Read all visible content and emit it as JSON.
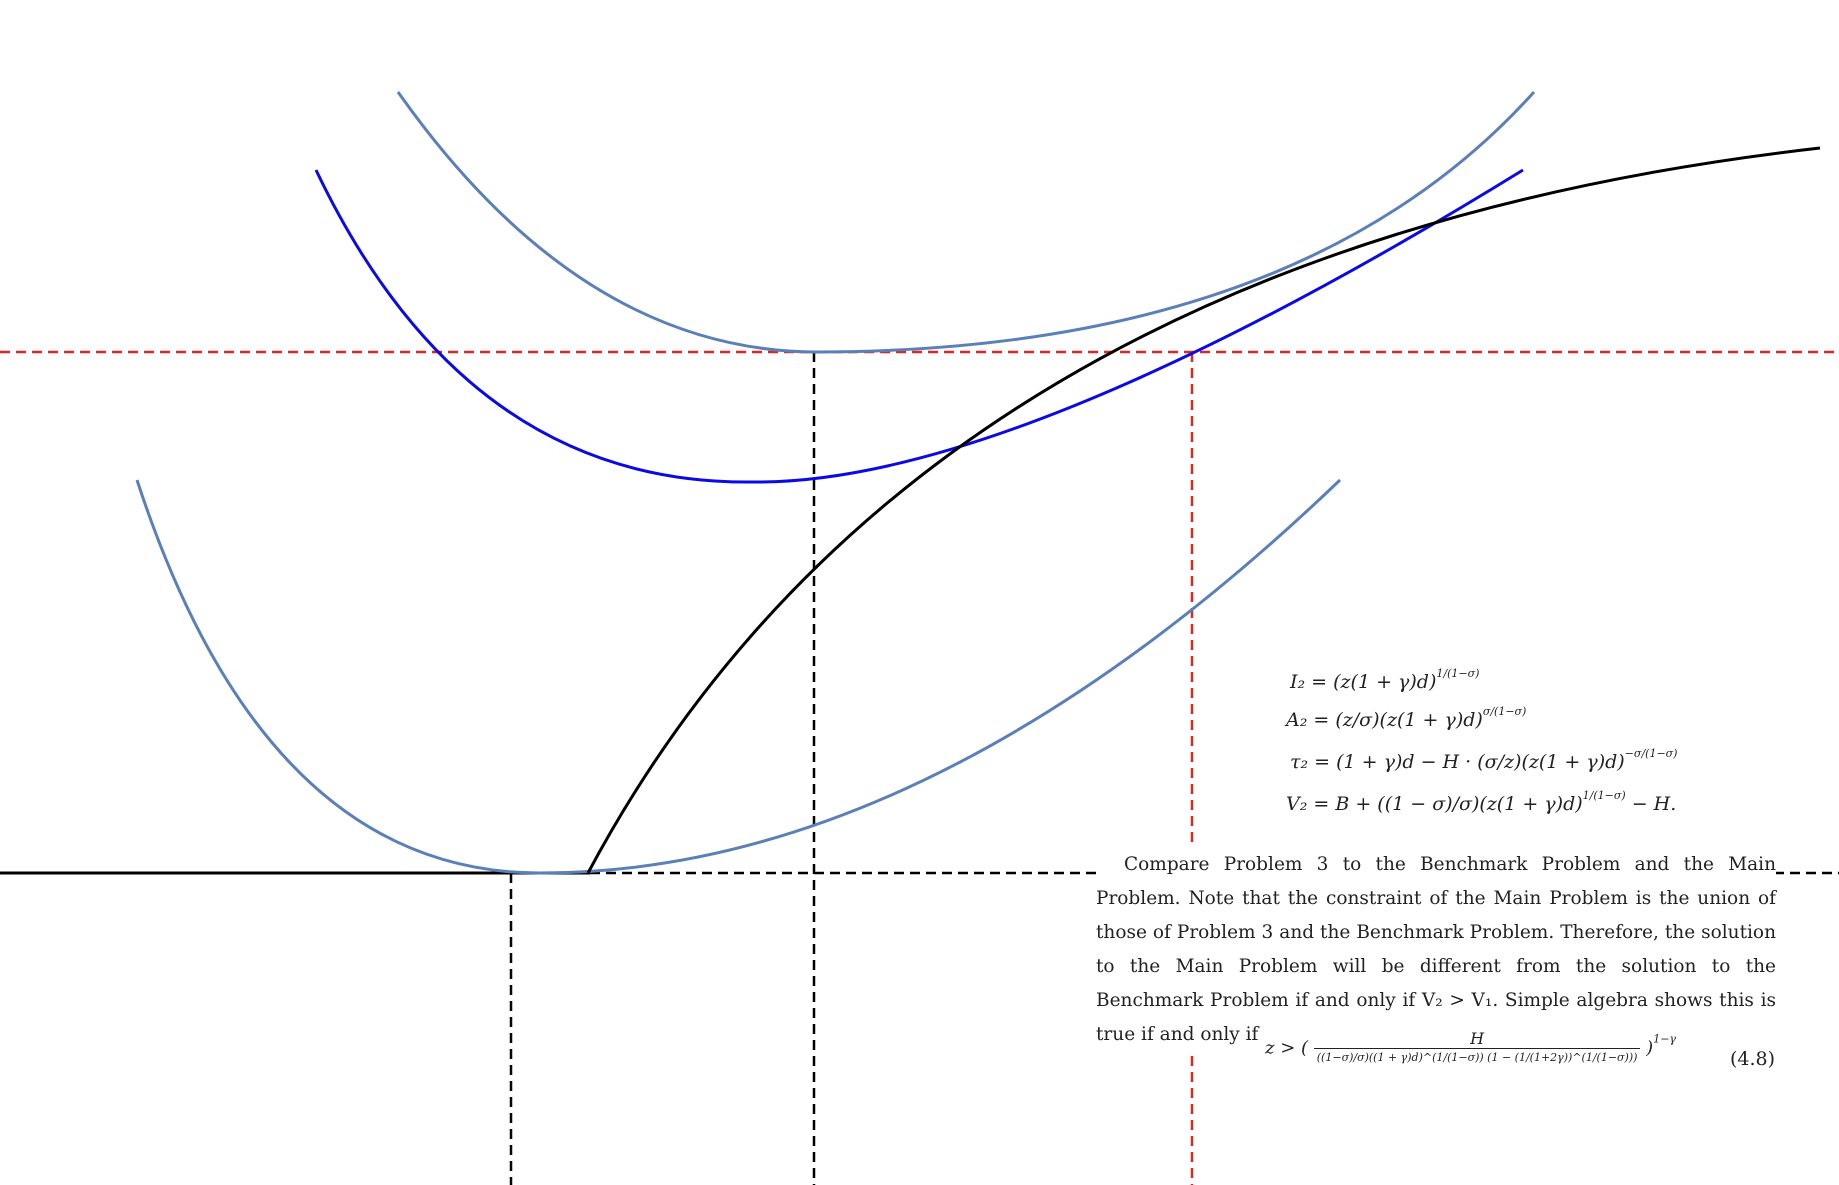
{
  "equations": {
    "I2": "I₂ = (z(1 + γ)d)",
    "I2_exp": "1/(1−σ)",
    "A2": "A₂ = (z/σ)(z(1 + γ)d)",
    "A2_exp": "σ/(1−σ)",
    "tau2": "τ₂ = (1 + γ)d − H · (σ/z)(z(1 + γ)d)",
    "tau2_exp": "−σ/(1−σ)",
    "V2": "V₂ = B + ((1 − σ)/σ)(z(1 + γ)d)",
    "V2_exp": "1/(1−σ)",
    "V2_tail": " − H."
  },
  "paragraph": {
    "text": "Compare Problem 3 to the Benchmark Problem and the Main Problem. Note that the constraint of the Main Problem is the union of those of Problem 3 and the Benchmark Problem. Therefore, the solution to the Main Problem will be different from the solution to the Benchmark Problem if and only if V₂ > V₁. Simple algebra shows this is true if and only if"
  },
  "eq48": {
    "lhs": "z > (",
    "numerator": "H",
    "denominator": "((1−σ)/σ)((1 + γ)d)^(1/(1−σ)) (1 − (1/(1+2γ))^(1/(1−σ)))",
    "rhs": ")",
    "exponent": "1−γ",
    "number": "(4.8)"
  },
  "colors": {
    "curve_steelblue": "#5b80b8",
    "curve_blue": "#0a0ae6",
    "curve_black": "#000000",
    "dashed_red": "#e3241f",
    "dashed_black": "#000000"
  }
}
